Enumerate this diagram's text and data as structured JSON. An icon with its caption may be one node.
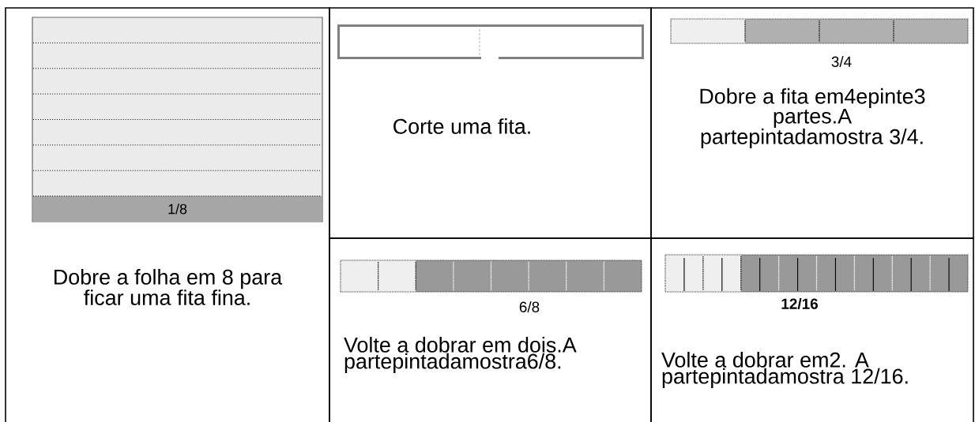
{
  "diagram": {
    "nodes": [
      {
        "text": [
          "Dobre a folha em 8 para ficar uma fita fina."
        ]
      },
      {
        "text": [
          "1/8"
        ],
        "in": 0
      },
      {
        "text": [
          "Corte uma fita."
        ]
      },
      {
        "text": [],
        "shape": "bar",
        "in": 2
      },
      {
        "text": [
          "Dobre a fita em4epinte3 partes.A partepintadamostra 3/4."
        ]
      },
      {
        "text": [],
        "shape": "bar",
        "in": 4,
        "beside": [
          "3/4"
        ]
      },
      {
        "text": [
          "Volte a dobrar em dois.A partepintadamostra6/8."
        ]
      },
      {
        "text": [],
        "shape": "bar",
        "in": 6,
        "beside": [
          "6/8"
        ]
      },
      {
        "text": [
          "Volte a dobrar em2. A partepintadamostra 12/16."
        ]
      },
      {
        "text": [],
        "shape": "bar",
        "in": 8,
        "beside": [
          "12/16"
        ]
      }
    ]
  }
}
